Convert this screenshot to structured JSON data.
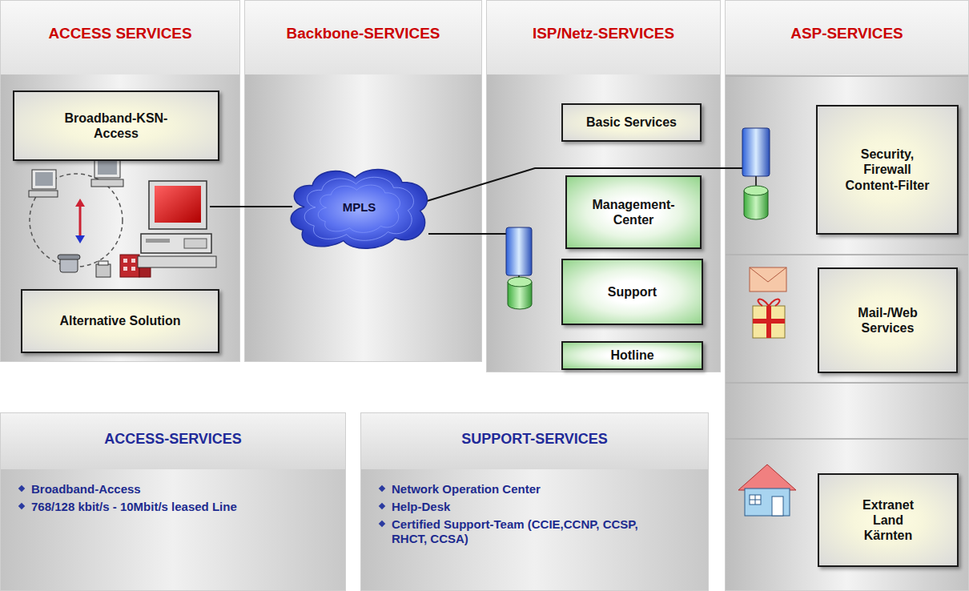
{
  "diagram": {
    "nodes": [
      {
        "text": [
          "ACCESS SERVICES"
        ]
      },
      {
        "text": [
          "Broadband-KSN-Access"
        ],
        "in": 0
      },
      {
        "text": [
          "Alternative Solution"
        ],
        "in": 0
      },
      {
        "text": [
          "Backbone-SERVICES"
        ]
      },
      {
        "text": [
          "MPLS"
        ],
        "in": 3
      },
      {
        "text": [
          "ISP/Netz-SERVICES"
        ]
      },
      {
        "text": [
          "Basic Services"
        ],
        "in": 5
      },
      {
        "text": [
          "Management-Center"
        ],
        "in": 5
      },
      {
        "text": [
          "Support"
        ],
        "in": 5
      },
      {
        "text": [
          "Hotline"
        ],
        "in": 5
      },
      {
        "text": [
          "ASP-SERVICES"
        ]
      },
      {
        "text": [
          "Security, Firewall Content-Filter"
        ],
        "in": 10
      },
      {
        "text": [
          "Mail-/Web Services"
        ],
        "in": 10
      },
      {
        "text": [
          "Extranet Land Kärnten"
        ],
        "in": 10
      },
      {
        "text": [
          "ACCESS-SERVICES",
          "Broadband-Access",
          "768/128 kbit/s - 10Mbit/s leased Line"
        ]
      },
      {
        "text": [
          "SUPPORT-SERVICES",
          "Network Operation Center",
          "Help-Desk",
          "Certified Support-Team (CCIE,CCNP, CCSP, RHCT, CCSA)"
        ]
      }
    ]
  }
}
